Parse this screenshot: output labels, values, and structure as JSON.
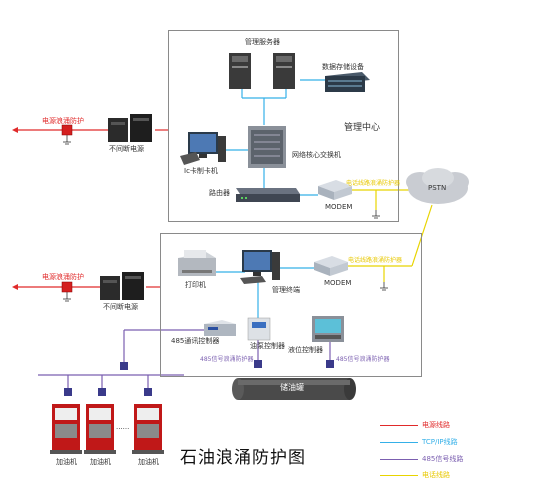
{
  "labels": {
    "mgmt_server": "管理服务器",
    "data_storage": "数据存储设备",
    "mgmt_center": "管理中心",
    "ic_card": "Ic卡制卡机",
    "net_switch": "网络核心交换机",
    "router": "路由器",
    "modem_top": "MODEM",
    "modem_bottom": "MODEM",
    "pstn": "PSTN",
    "surge_top": "电源浪涌防护",
    "surge_mid": "电源浪涌防护",
    "ups_top": "不间断电源",
    "ups_mid": "不间断电源",
    "printer": "打印机",
    "mgmt_terminal": "管理终端",
    "comm_ctrl_485": "485通讯控制器",
    "pump_ctrl": "油泵控制器",
    "level_ctrl": "液位控制器",
    "sig_prot_left": "485信号浪涌防护器",
    "sig_prot_right": "485信号浪涌防护器",
    "tank": "储油罐",
    "modem_note_top": "电话线路浪涌防护器",
    "modem_note_bottom": "电话线路浪涌防护器",
    "dispenser_1": "加油机",
    "dispenser_2": "加油机",
    "dispenser_3": "加油机",
    "dots": "......"
  },
  "title": "石油浪涌防护图",
  "legend": [
    {
      "label": "电源线路",
      "color": "#e02a2a"
    },
    {
      "label": "TCP/IP线路",
      "color": "#35b0e8"
    },
    {
      "label": "485信号线路",
      "color": "#7b5fb0"
    },
    {
      "label": "电话线路",
      "color": "#e8d400"
    }
  ],
  "colors": {
    "power": "#e02a2a",
    "tcpip": "#35b0e8",
    "signal": "#7b5fb0",
    "phone": "#e8d400"
  }
}
